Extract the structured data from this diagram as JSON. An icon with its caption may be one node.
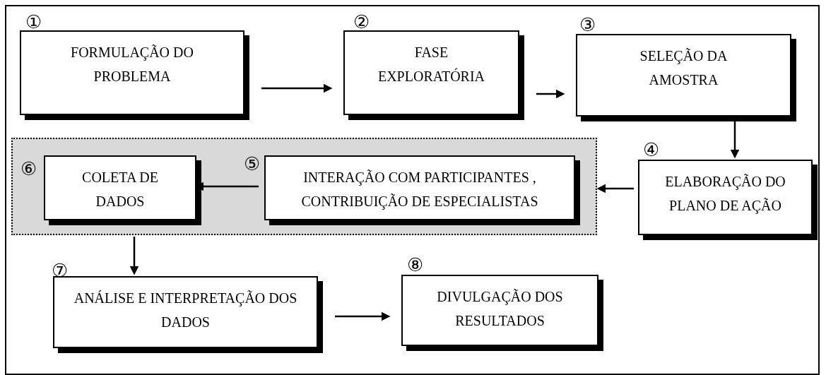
{
  "diagram": {
    "nodes": [
      {
        "text": [
          "FORMULAÇÃO DO PROBLEMA"
        ],
        "beside": [
          "①"
        ]
      },
      {
        "text": [
          "FASE EXPLORATÓRIA"
        ],
        "beside": [
          "②"
        ]
      },
      {
        "text": [
          "SELEÇÃO DA AMOSTRA"
        ],
        "beside": [
          "③"
        ]
      },
      {
        "text": [
          "ELABORAÇÃO DO PLANO DE AÇÃO"
        ],
        "beside": [
          "④"
        ]
      },
      {
        "text": [],
        "shape": "box"
      },
      {
        "text": [
          "INTERAÇÃO COM PARTICIPANTES , CONTRIBUIÇÃO DE ESPECIALISTAS"
        ],
        "beside": [
          "⑤"
        ],
        "in": 4
      },
      {
        "text": [
          "COLETA DE DADOS"
        ],
        "beside": [
          "⑥"
        ],
        "in": 4
      },
      {
        "text": [
          "ANÁLISE E INTERPRETAÇÃO DOS DADOS"
        ],
        "beside": [
          "⑦"
        ]
      },
      {
        "text": [
          "DIVULGAÇÃO DOS RESULTADOS"
        ],
        "beside": [
          "⑧"
        ]
      }
    ],
    "edges": [
      {
        "from": 0,
        "to": 1,
        "arrow": "to"
      },
      {
        "from": 1,
        "to": 2,
        "arrow": "to"
      },
      {
        "from": 2,
        "to": 3,
        "arrow": "to"
      },
      {
        "from": 3,
        "to": 4,
        "arrow": "to"
      },
      {
        "from": 5,
        "to": 6,
        "arrow": "to"
      },
      {
        "from": 4,
        "to": 7,
        "arrow": "to"
      },
      {
        "from": 7,
        "to": 8,
        "arrow": "to"
      }
    ]
  }
}
